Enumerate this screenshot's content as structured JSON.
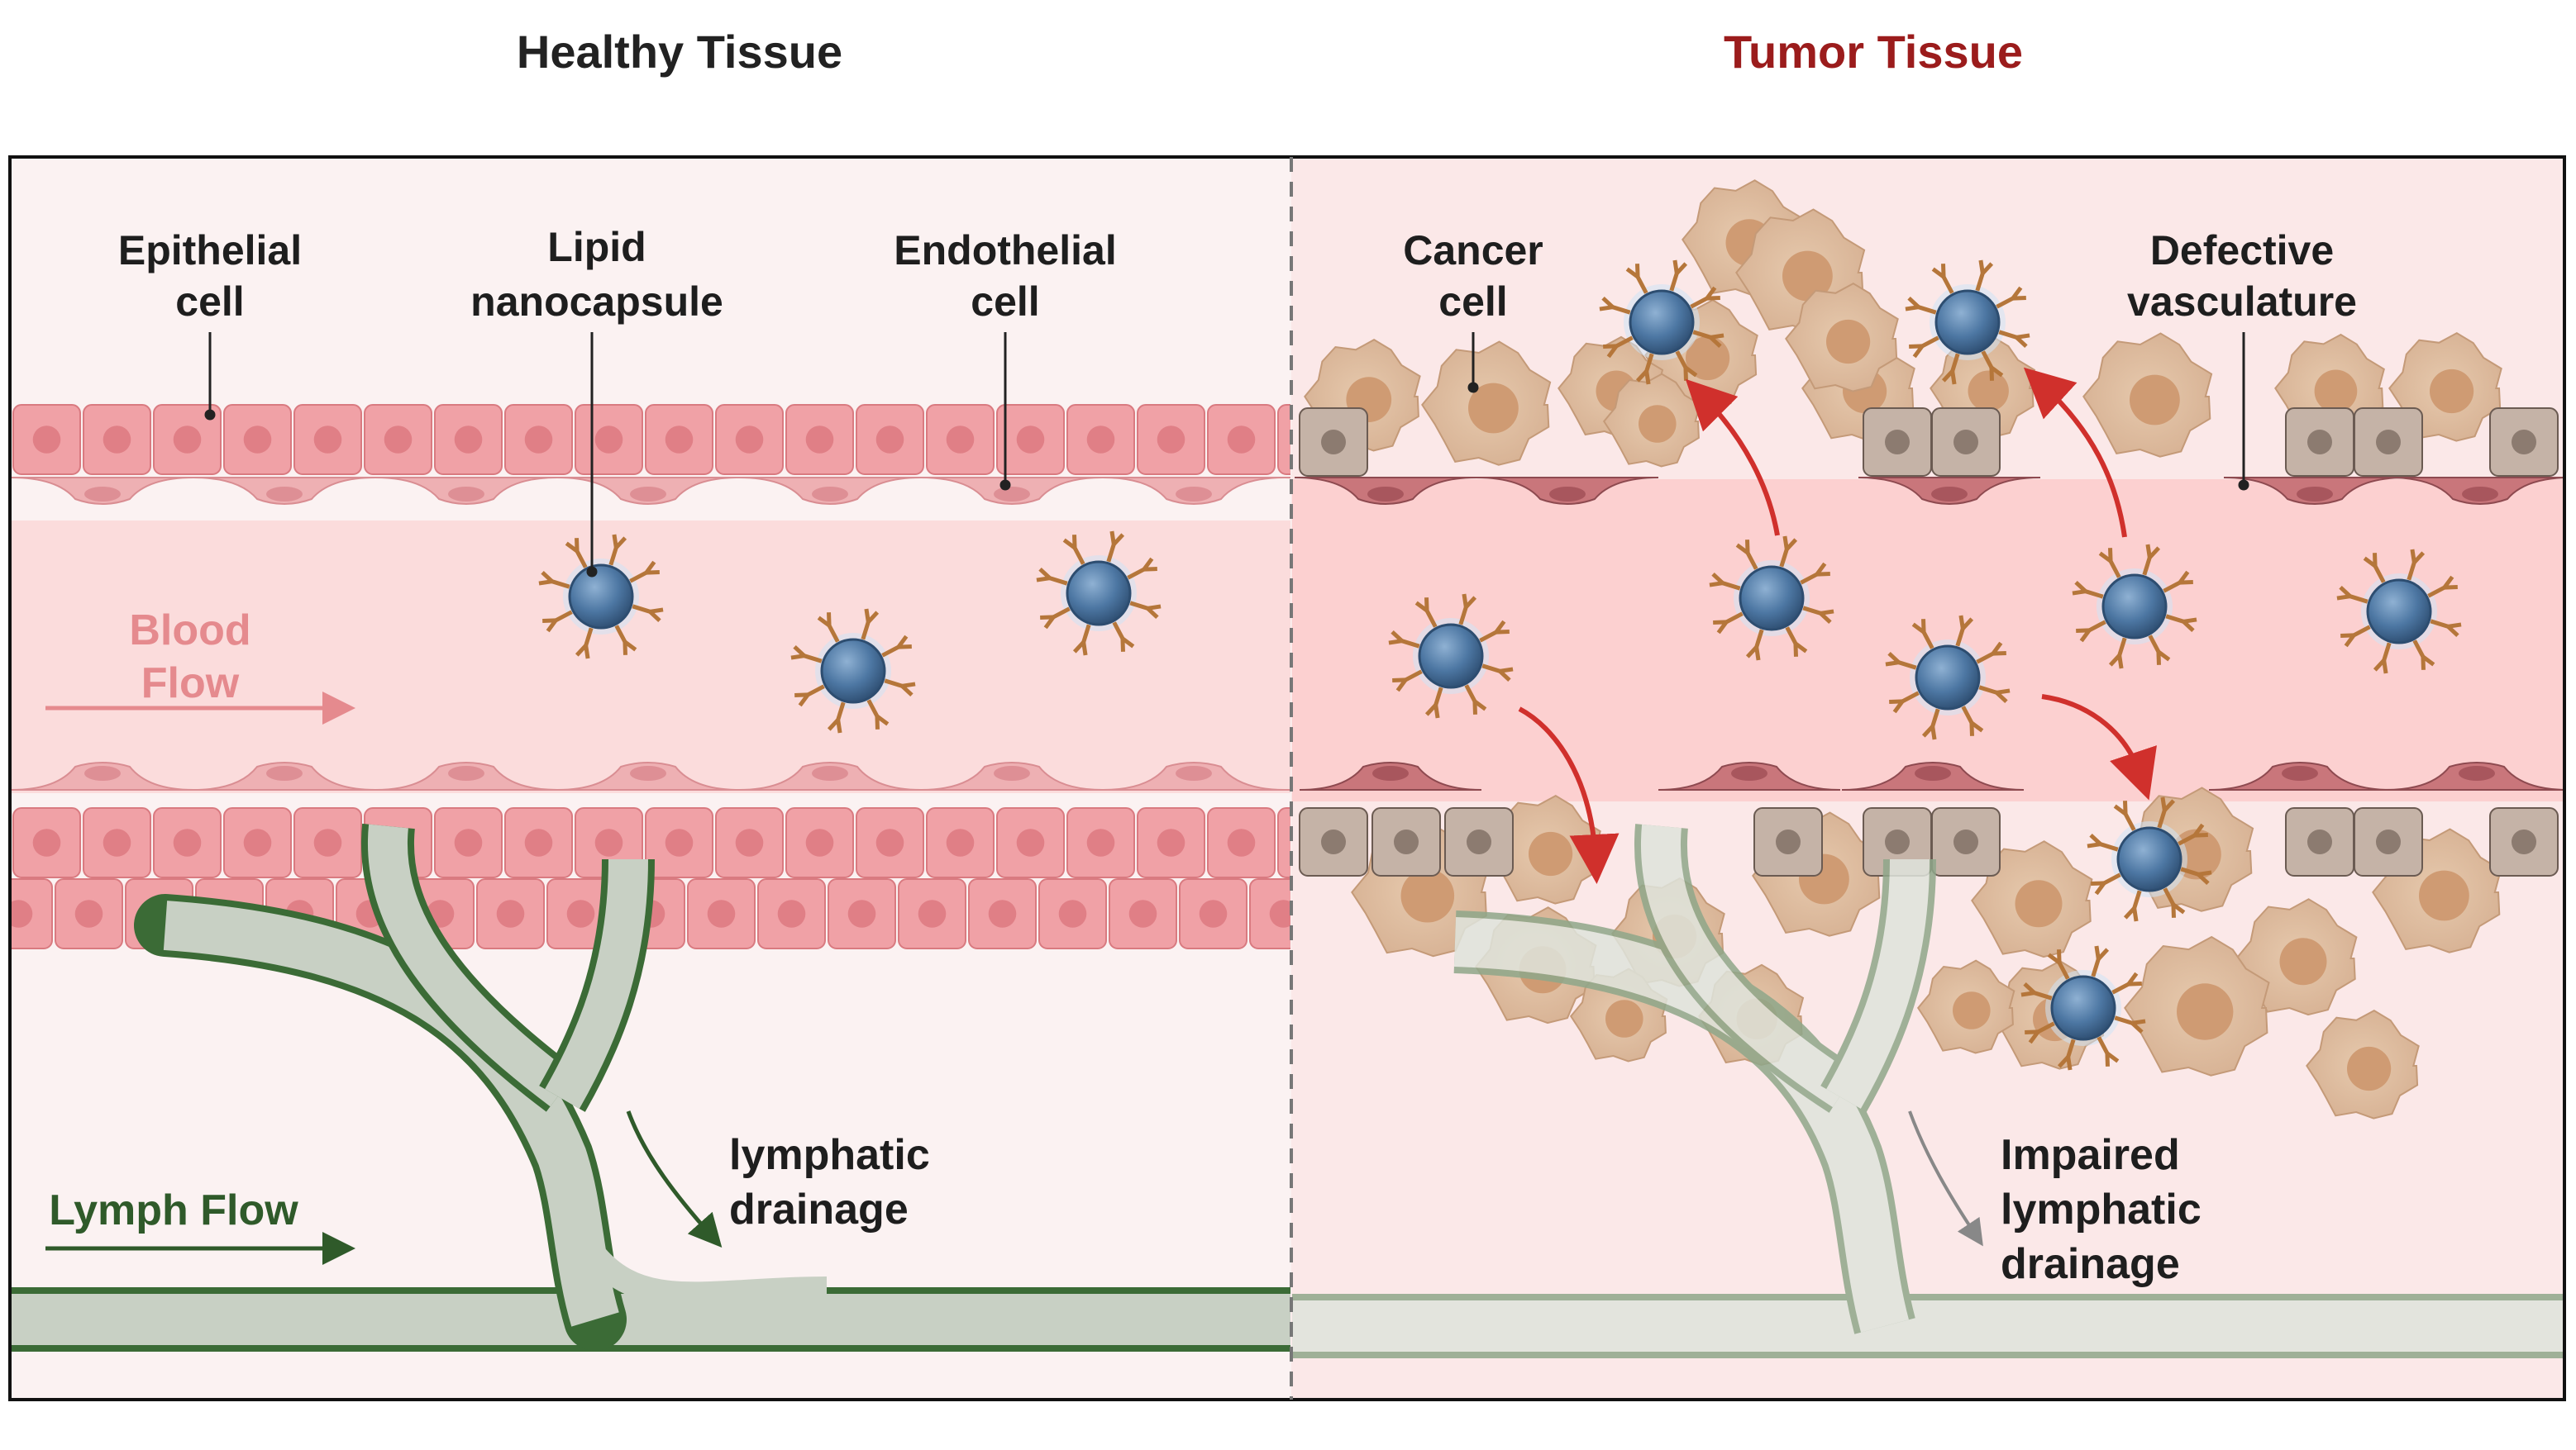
{
  "headers": {
    "healthy": "Healthy Tissue",
    "tumor": "Tumor Tissue"
  },
  "labels": {
    "epithelial": [
      "Epithelial",
      "cell"
    ],
    "lipid": [
      "Lipid",
      "nanocapsule"
    ],
    "endothelial": [
      "Endothelial",
      "cell"
    ],
    "cancer": [
      "Cancer",
      "cell"
    ],
    "defective": [
      "Defective",
      "vasculature"
    ],
    "blood_flow": [
      "Blood",
      "Flow"
    ],
    "lymph_flow": "Lymph Flow",
    "lymphatic_drainage": [
      "lymphatic",
      "drainage"
    ],
    "impaired_drainage": [
      "Impaired",
      "lymphatic",
      "drainage"
    ]
  },
  "colors": {
    "healthy_bg": "#fbf2f2",
    "tumor_bg": "#fbe8e8",
    "vessel_lumen": "#fbdcdc",
    "tumor_lumen": "#fcd0d0",
    "epithelial_cell": "#f0a1a6",
    "endothelial_cell": "#eeb0b3",
    "tumor_endothelial": "#c9767b",
    "cancer_cell": "#dcb99b",
    "lymph_vessel": "#c8d0c4",
    "lymph_wall": "#3b6b36",
    "nanocapsule": "#4d77a3",
    "antibody": "#b5763a",
    "extravasation_arrow": "#d0302c",
    "title_tumor": "#9b1c1c"
  }
}
